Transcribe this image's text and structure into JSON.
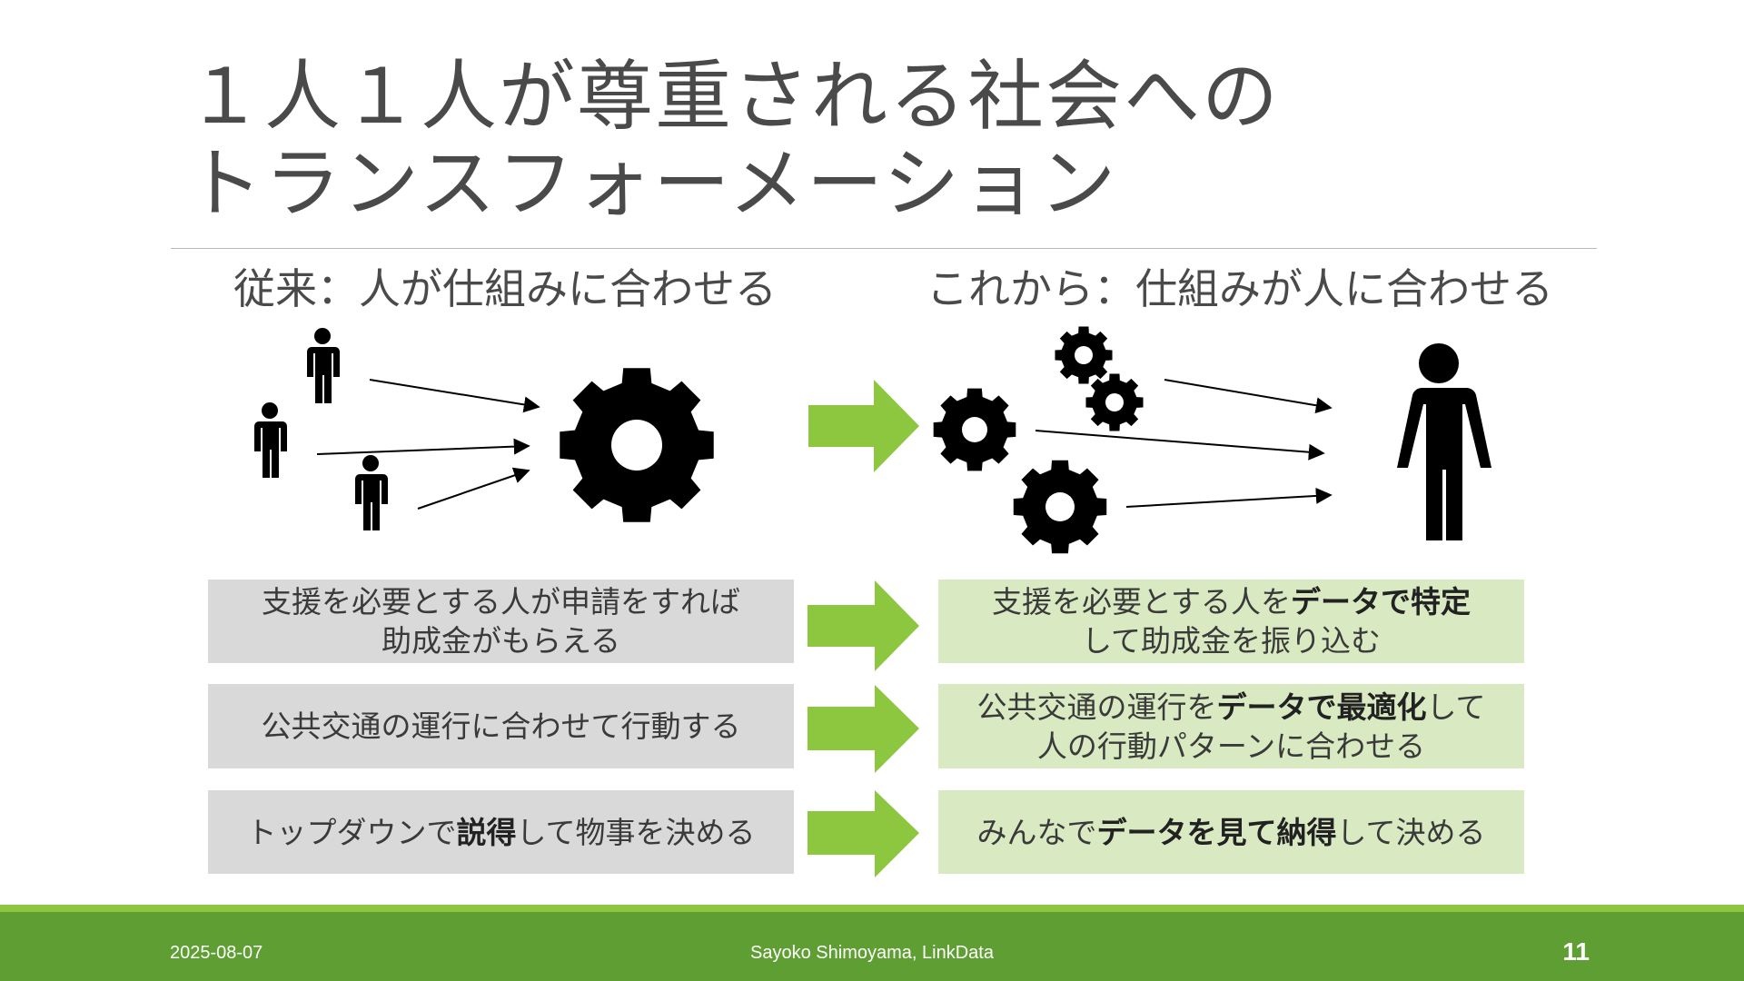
{
  "title": {
    "line1": "１人１人が尊重される社会への",
    "line2": "トランスフォーメーション"
  },
  "headings": {
    "left": "従来：人が仕組みに合わせる",
    "right": "これから：仕組みが人に合わせる"
  },
  "icons": {
    "person": "person-icon",
    "gear": "gear-icon",
    "arrow": "arrow-right-icon"
  },
  "colors": {
    "accent_green": "#8dc63f",
    "footer_green": "#5f9e33",
    "box_gray": "#d9d9d9",
    "box_green": "#d9eac2",
    "icon_black": "#000000"
  },
  "rows": [
    {
      "left": {
        "line1": "支援を必要とする人が申請をすれば",
        "line2": "助成金がもらえる"
      },
      "right": {
        "line1_pre": "支援を必要とする人を",
        "line1_bold": "データで特定",
        "line2": "して助成金を振り込む"
      }
    },
    {
      "left": {
        "line1": "公共交通の運行に合わせて行動する"
      },
      "right": {
        "line1_pre": "公共交通の運行を",
        "line1_bold": "データで最適化",
        "line1_post": "して",
        "line2": "人の行動パターンに合わせる"
      }
    },
    {
      "left": {
        "pre": "トップダウンで",
        "bold": "説得",
        "post": "して物事を決める"
      },
      "right": {
        "pre": "みんなで",
        "bold": "データを見て納得",
        "post": "して決める"
      }
    }
  ],
  "footer": {
    "date": "2025-08-07",
    "author": "Sayoko Shimoyama, LinkData",
    "page": "11"
  }
}
